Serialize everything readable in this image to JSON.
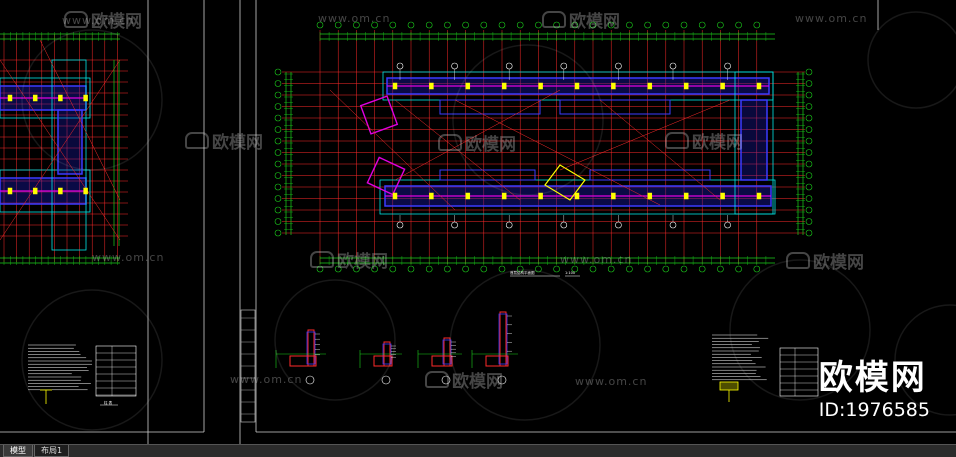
{
  "drawing": {
    "main_title": "首层结构平面图",
    "main_scale": "1:100",
    "legend_title": "柱 表",
    "colors": {
      "axis": "#ff2a2a",
      "grid": "#1bd11b",
      "wall": "#3b3bff",
      "beam": "#e000e0",
      "column": "#ffff00",
      "text": "#ffffff",
      "cyan": "#00e5e5",
      "frame": "#cfcfcf"
    }
  },
  "watermark": {
    "url": "www.om.cn",
    "logo": "欧模网"
  },
  "brand": {
    "name": "欧模网",
    "id": "ID:1976585"
  },
  "tabs": [
    {
      "label": "模型",
      "icon": "model-tab-icon"
    },
    {
      "label": "布局1",
      "icon": "layout-tab-icon"
    }
  ]
}
